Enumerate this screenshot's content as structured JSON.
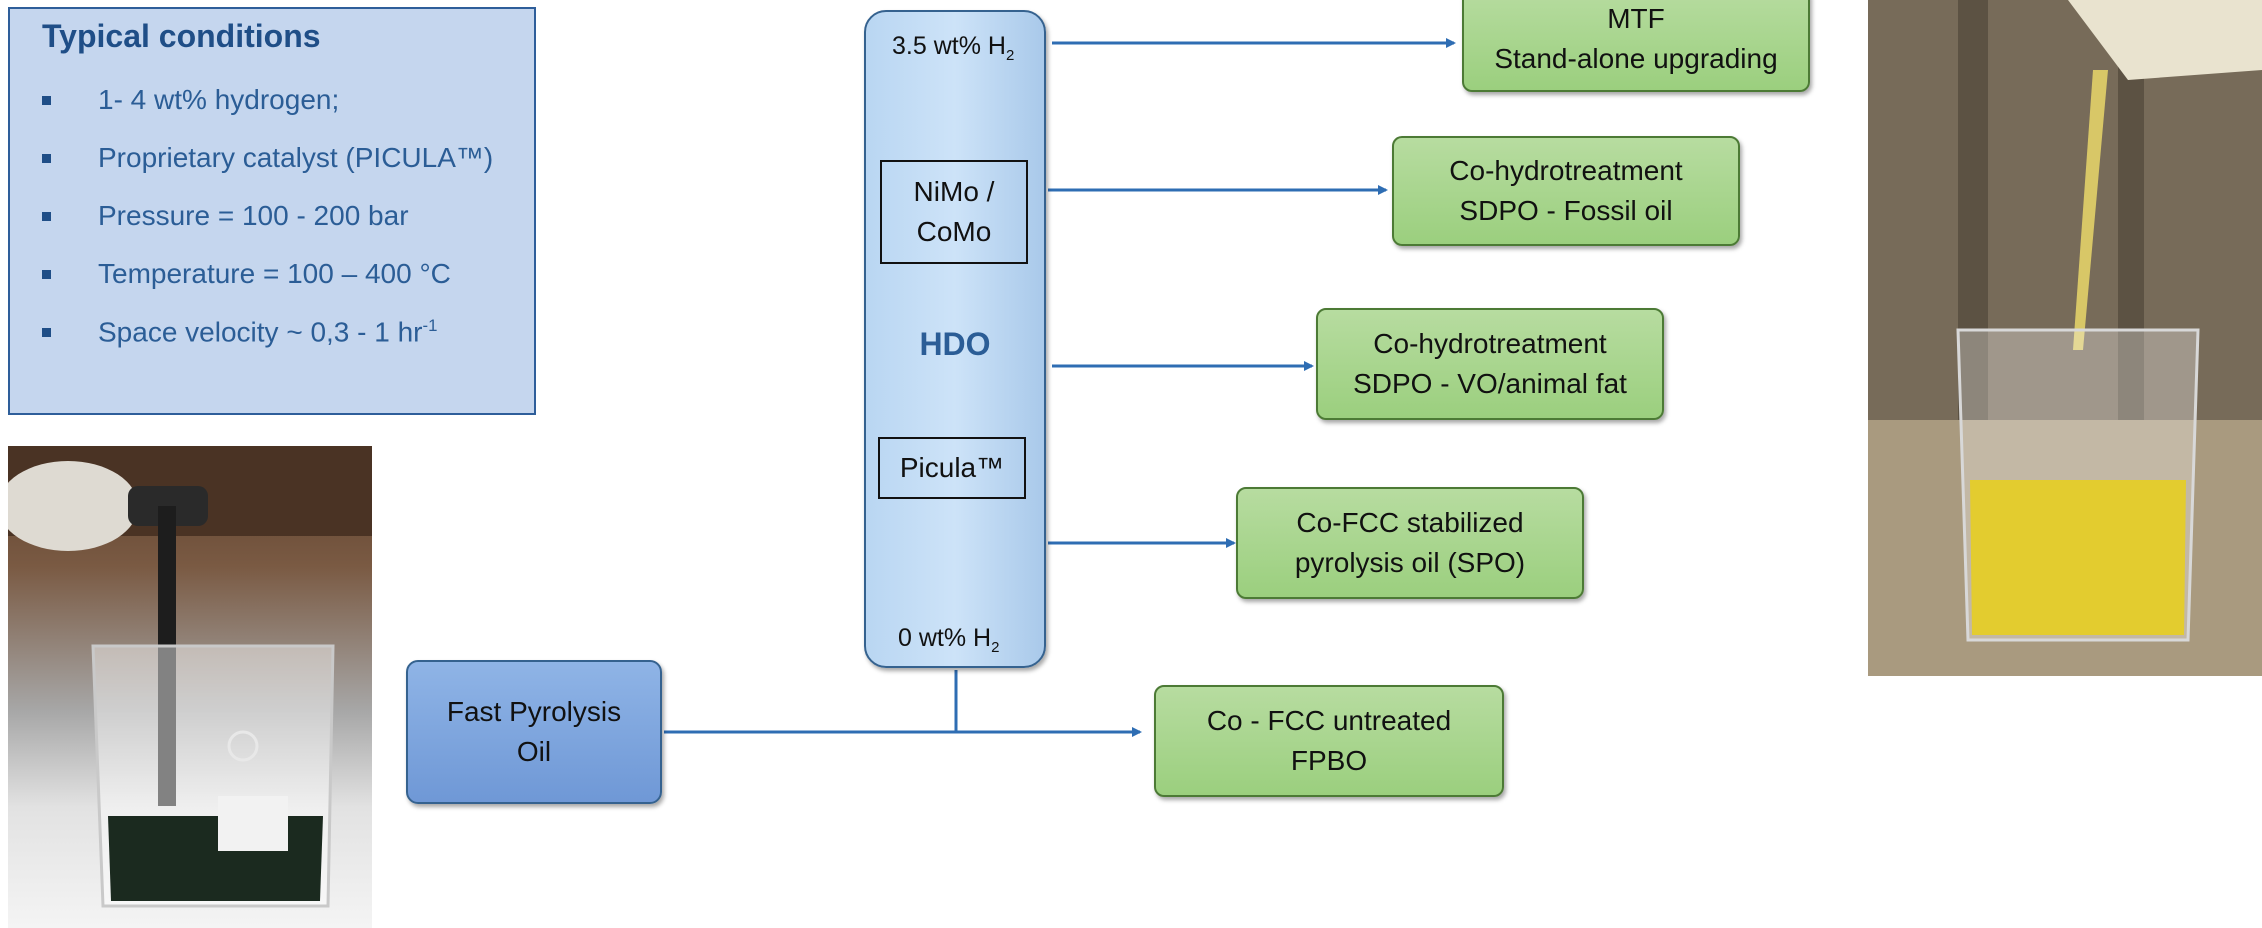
{
  "conditions": {
    "title": "Typical conditions",
    "items": [
      "1- 4 wt% hydrogen;",
      "Proprietary catalyst (PICULA™)",
      "Pressure = 100 - 200 bar",
      "Temperature = 100 – 400 °C",
      "Space velocity ~ 0,3 - 1 hr"
    ],
    "space_velocity_sup": "-1"
  },
  "column": {
    "top_h2_text": "3.5 wt% H",
    "top_h2_sub": "2",
    "catalyst_1": [
      "NiMo /",
      "CoMo"
    ],
    "label": "HDO",
    "catalyst_2": "Picula™",
    "bottom_h2_text": "0  wt% H",
    "bottom_h2_sub": "2"
  },
  "feed": {
    "lines": [
      "Fast Pyrolysis",
      "Oil"
    ]
  },
  "outputs": [
    {
      "lines": [
        "MTF",
        "Stand-alone upgrading"
      ]
    },
    {
      "lines": [
        "Co-hydrotreatment",
        "SDPO - Fossil  oil"
      ]
    },
    {
      "lines": [
        "Co-hydrotreatment",
        "SDPO - VO/animal fat"
      ]
    },
    {
      "lines": [
        "Co-FCC stabilized",
        "pyrolysis oil (SPO)"
      ]
    },
    {
      "lines": [
        "Co - FCC untreated",
        "FPBO"
      ]
    }
  ],
  "colors": {
    "arrow": "#2e6db3",
    "title_blue": "#1f4e87"
  }
}
